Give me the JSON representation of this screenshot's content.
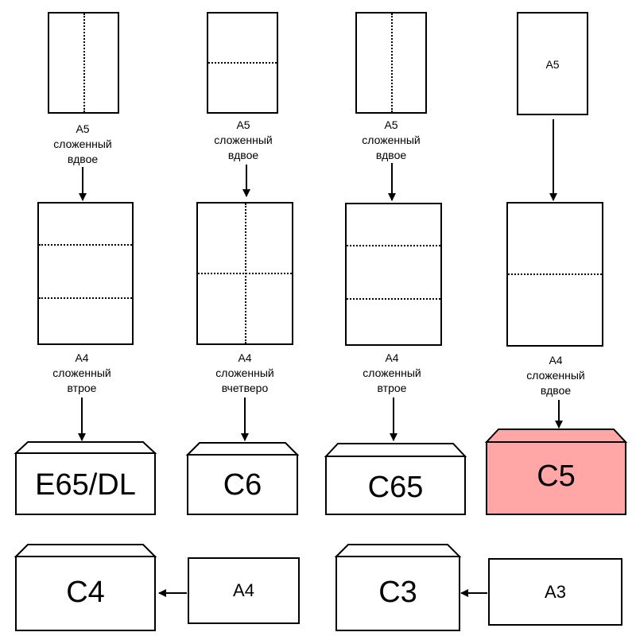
{
  "folding_paths": [
    {
      "source": {
        "label": "",
        "caption": [
          "A5",
          "сложенный",
          "вдвое"
        ]
      },
      "sheet": {
        "caption": [
          "A4",
          "сложенный",
          "втрое"
        ]
      },
      "envelope": {
        "label": "E65/DL"
      }
    },
    {
      "source": {
        "label": "",
        "caption": [
          "A5",
          "сложенный",
          "вдвое"
        ]
      },
      "sheet": {
        "caption": [
          "A4",
          "сложенный",
          "вчетверо"
        ]
      },
      "envelope": {
        "label": "C6"
      }
    },
    {
      "source": {
        "label": "",
        "caption": [
          "A5",
          "сложенный",
          "вдвое"
        ]
      },
      "sheet": {
        "caption": [
          "A4",
          "сложенный",
          "втрое"
        ]
      },
      "envelope": {
        "label": "C65"
      }
    },
    {
      "source": {
        "label": "A5",
        "caption": []
      },
      "sheet": {
        "caption": [
          "A4",
          "сложенный",
          "вдвое"
        ]
      },
      "envelope": {
        "label": "C5",
        "highlight": "#ffa6a6"
      }
    }
  ],
  "unfolded": [
    {
      "paper": "A4",
      "envelope": "C4"
    },
    {
      "paper": "A3",
      "envelope": "C3"
    }
  ],
  "colors": {
    "stroke": "#000000",
    "highlight_fill": "#ffa6a6",
    "background": "#ffffff"
  }
}
